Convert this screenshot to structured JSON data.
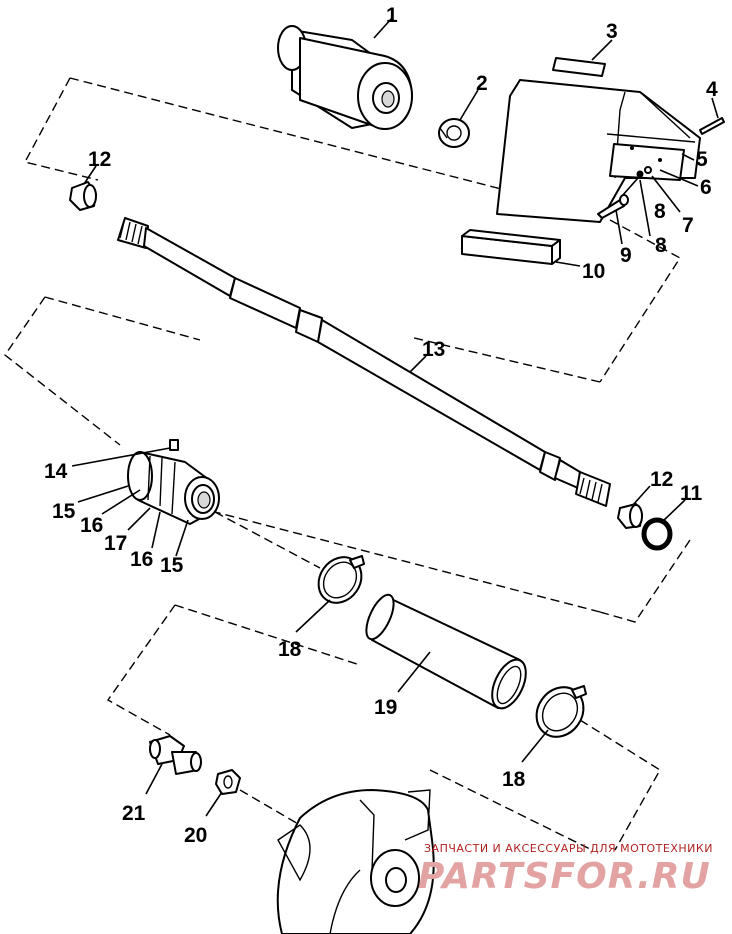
{
  "callouts": {
    "c1": "1",
    "c2": "2",
    "c3": "3",
    "c4": "4",
    "c5": "5",
    "c6": "6",
    "c7": "7",
    "c8a": "8",
    "c8b": "8",
    "c9": "9",
    "c10": "10",
    "c11": "11",
    "c12a": "12",
    "c12b": "12",
    "c13": "13",
    "c14": "14",
    "c15a": "15",
    "c15b": "15",
    "c16a": "16",
    "c16b": "16",
    "c17": "17",
    "c18a": "18",
    "c18b": "18",
    "c19": "19",
    "c20": "20",
    "c21": "21"
  },
  "watermark": {
    "tagline": "ЗАПЧАСТИ И АКСЕССУАРЫ ДЛЯ МОТОТЕХНИКИ",
    "logo": "PARTSFOR.RU"
  }
}
